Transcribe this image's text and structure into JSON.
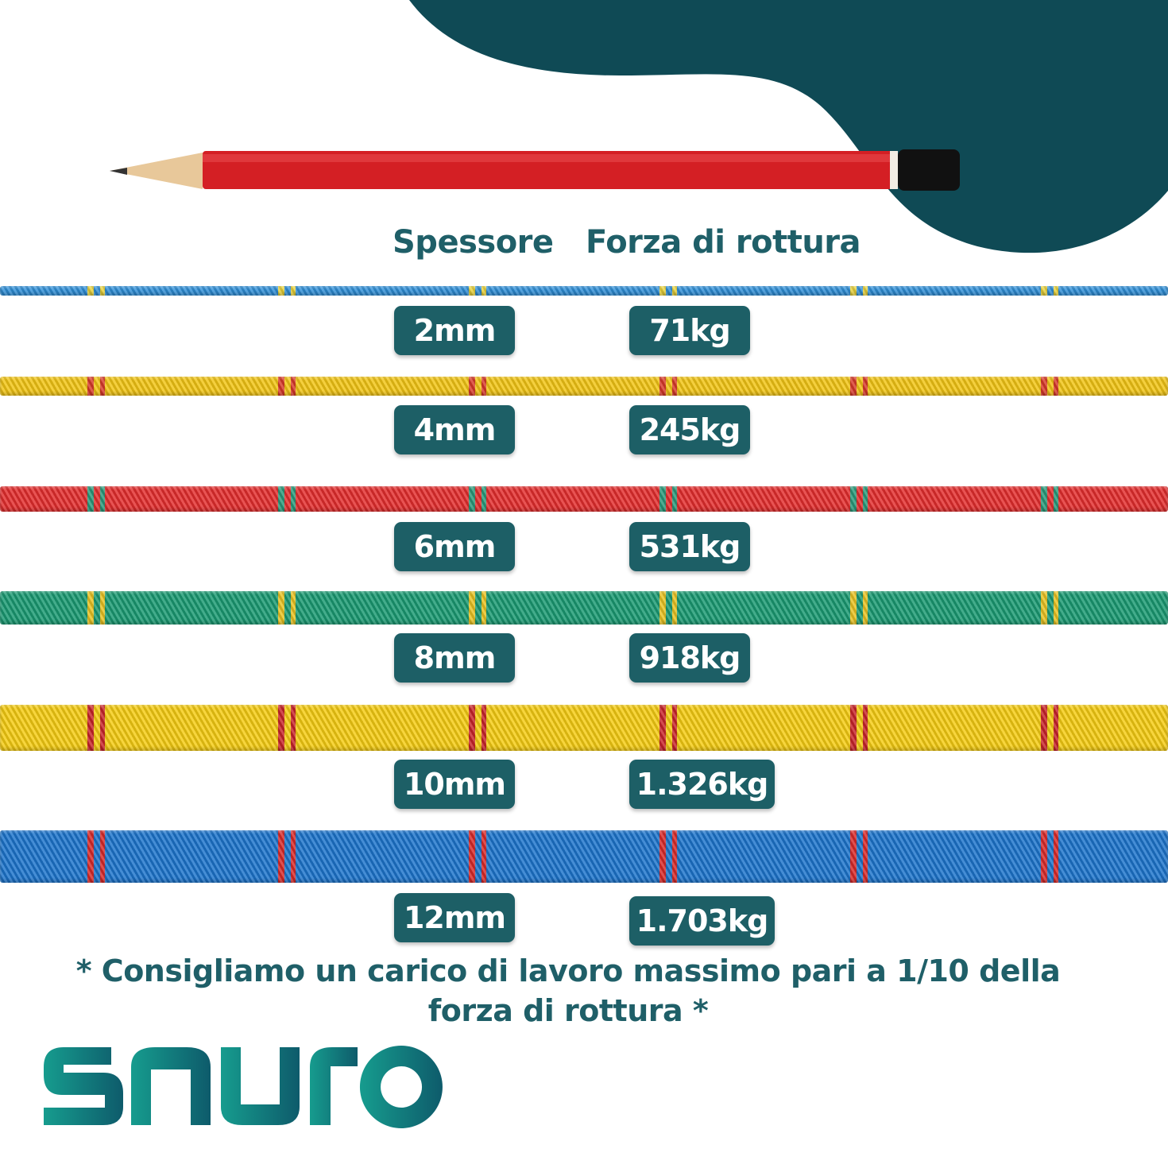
{
  "colors": {
    "accent": "#1d5f66",
    "heading": "#1f5f68",
    "blob": "#0f4a55"
  },
  "headers": {
    "thickness": "Spessore",
    "breaking_force": "Forza di rottura"
  },
  "ropes": [
    {
      "thickness": "2mm",
      "force": "71kg",
      "color": "#2f8fd8",
      "accent": "#e8d23a"
    },
    {
      "thickness": "4mm",
      "force": "245kg",
      "color": "#f2c514",
      "accent": "#d83a2a"
    },
    {
      "thickness": "6mm",
      "force": "531kg",
      "color": "#e32d2d",
      "accent": "#2a9a7a"
    },
    {
      "thickness": "8mm",
      "force": "918kg",
      "color": "#1a9a72",
      "accent": "#e8c222"
    },
    {
      "thickness": "10mm",
      "force": "1.326kg",
      "color": "#f5cc12",
      "accent": "#c8242a"
    },
    {
      "thickness": "12mm",
      "force": "1.703kg",
      "color": "#1c74cc",
      "accent": "#d82a2a"
    }
  ],
  "note": "* Consigliamo un carico di lavoro massimo pari a 1/10 della forza di rottura *",
  "brand": {
    "name": "snuro",
    "color": "#14808a"
  }
}
